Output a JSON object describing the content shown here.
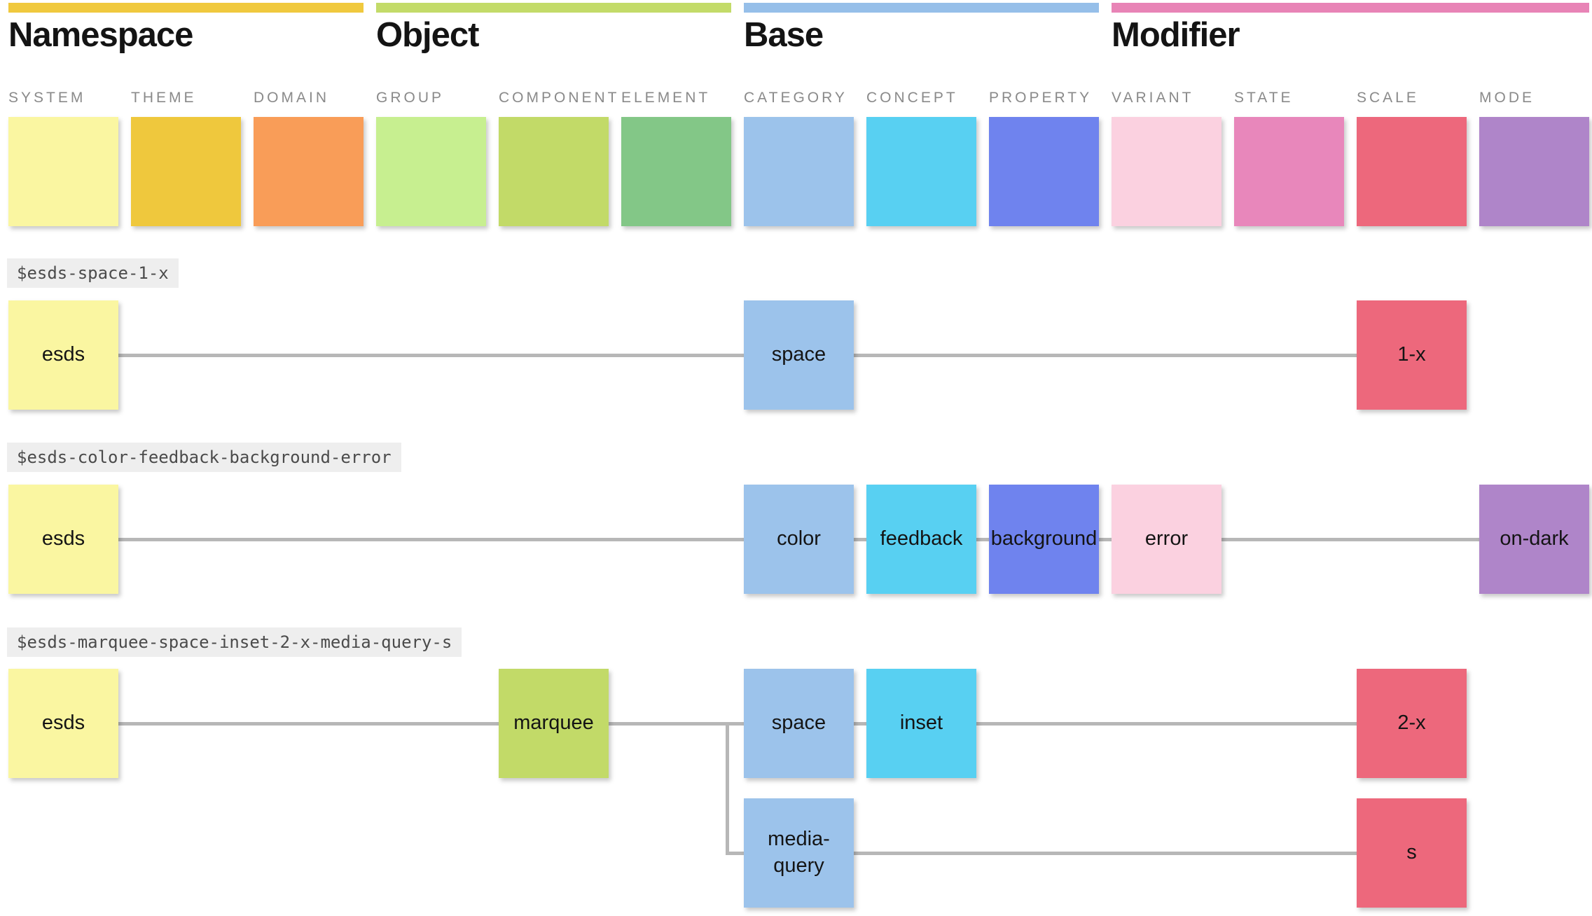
{
  "sections": [
    {
      "title": "Namespace",
      "color": "#F0C93E"
    },
    {
      "title": "Object",
      "color": "#C3DB69"
    },
    {
      "title": "Base",
      "color": "#96BFE9"
    },
    {
      "title": "Modifier",
      "color": "#E884B6"
    }
  ],
  "columns": [
    {
      "label": "SYSTEM",
      "color": "#FAF6A1"
    },
    {
      "label": "THEME",
      "color": "#EFC83D"
    },
    {
      "label": "DOMAIN",
      "color": "#F99D58"
    },
    {
      "label": "GROUP",
      "color": "#C7EF90"
    },
    {
      "label": "COMPONENT",
      "color": "#C2DA68"
    },
    {
      "label": "ELEMENT",
      "color": "#83C787"
    },
    {
      "label": "CATEGORY",
      "color": "#9CC3EB"
    },
    {
      "label": "CONCEPT",
      "color": "#58D0F2"
    },
    {
      "label": "PROPERTY",
      "color": "#6F83EE"
    },
    {
      "label": "VARIANT",
      "color": "#FBD1E0"
    },
    {
      "label": "STATE",
      "color": "#E887BB"
    },
    {
      "label": "SCALE",
      "color": "#ED687C"
    },
    {
      "label": "MODE",
      "color": "#AF85C9"
    }
  ],
  "examples": [
    {
      "token": "$esds-space-1-x",
      "nodes": [
        {
          "label": "esds",
          "column": "SYSTEM"
        },
        {
          "label": "space",
          "column": "CATEGORY"
        },
        {
          "label": "1-x",
          "column": "SCALE"
        }
      ]
    },
    {
      "token": "$esds-color-feedback-background-error",
      "nodes": [
        {
          "label": "esds",
          "column": "SYSTEM"
        },
        {
          "label": "color",
          "column": "CATEGORY"
        },
        {
          "label": "feedback",
          "column": "CONCEPT"
        },
        {
          "label": "background",
          "column": "PROPERTY"
        },
        {
          "label": "error",
          "column": "VARIANT"
        },
        {
          "label": "on-dark",
          "column": "MODE"
        }
      ]
    },
    {
      "token": "$esds-marquee-space-inset-2-x-media-query-s",
      "nodes": [
        {
          "label": "esds",
          "column": "SYSTEM"
        },
        {
          "label": "marquee",
          "column": "COMPONENT"
        },
        {
          "label": "space",
          "column": "CATEGORY"
        },
        {
          "label": "inset",
          "column": "CONCEPT"
        },
        {
          "label": "2-x",
          "column": "SCALE"
        },
        {
          "label": "media-query",
          "column": "CATEGORY"
        },
        {
          "label": "s",
          "column": "SCALE"
        }
      ]
    }
  ]
}
